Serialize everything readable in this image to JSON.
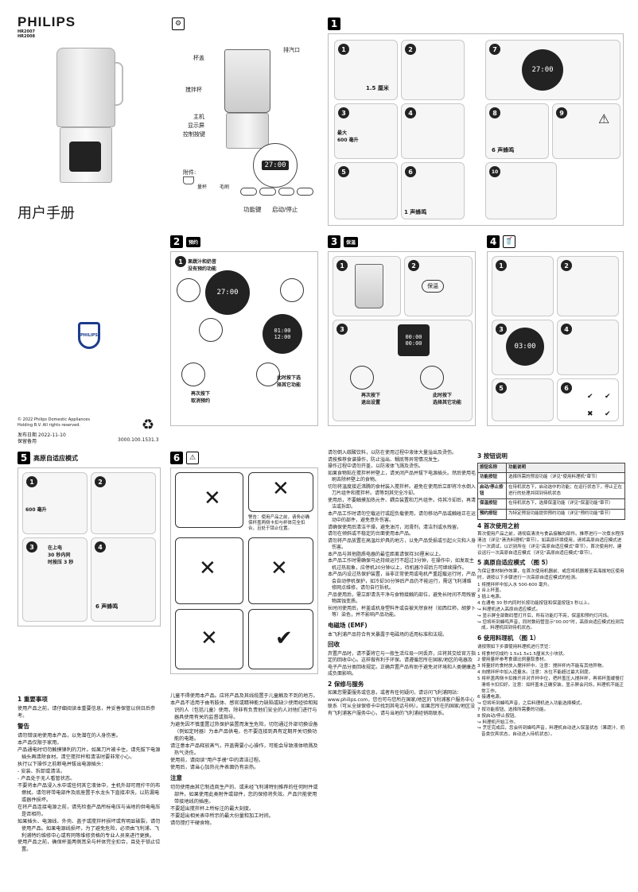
{
  "brand": {
    "logo": "PHILIPS",
    "models": [
      "HR2007",
      "HR2008"
    ]
  },
  "cover": {
    "title": "用户手册",
    "labels": {
      "lid": "杯盖",
      "jar": "搅拌杯",
      "base": "主机",
      "display": "显示屏",
      "control": "控制按键",
      "vent": "排汽口",
      "accessories": "附件:",
      "cup": "量杯",
      "brush": "毛刷",
      "func_key": "功能键",
      "start_key": "启动/停止"
    },
    "copyright": "© 2022 Philips Domestic Appliances Holding B.V. All rights reserved.",
    "release": "发布日期   2022-11-10",
    "spare": "保留备用",
    "code": "3000.100.1531.3"
  },
  "panel_prep": {
    "num": "1",
    "texts": [
      "1.5 厘米",
      "最大\n600 毫升",
      "6 声蜂鸣",
      "1 声蜂鸣"
    ],
    "display_time": "27:00"
  },
  "panel_reserve": {
    "num": "2",
    "title": "预约",
    "note": "果蔬汁和奶昔\n没有预约功能",
    "display": "27:00",
    "times": [
      "01:00",
      "12:00"
    ],
    "cancel": "再次按下\n取消预约",
    "cancel2": "此时按下选\n择其它功能"
  },
  "panel_keepwarm": {
    "num": "3",
    "title": "保温",
    "btn": "保温",
    "times": [
      "00:00",
      "00:00"
    ],
    "cancel": "再次按下\n退出设置",
    "cancel2": "此时按下\n选择其它功能"
  },
  "panel_clean": {
    "num": "4",
    "display": "03:00"
  },
  "panel_auto": {
    "num": "5",
    "title": "高原自适应模式",
    "texts": [
      "600 毫升",
      "在上电\n30 秒内同\n时按压 3 秒",
      "6 声蜂鸣"
    ]
  },
  "panel_warning": {
    "num": "6",
    "note": "警告：使用产品之前，请务必确保杯盖两侧卡扣与杯体完全扣合，且处于锁止位置。"
  },
  "col1": {
    "h1": "1  重要事项",
    "intro": "使用产品之前，请仔细阅读本重要信息，并妥善保管以供日后参考。",
    "warn": "警告",
    "items": [
      "请勿错误地使用本产品，以免潜在的人身伤害。",
      "本产品仅限于家用。",
      "产品通电时切勿触摸锋利的刀片。如果刀片被卡住，请先拔下电源插头再清除食材。清空搅拌杯和清洁时要非常小心。",
      "执行以下操作之前断电并拔出电源插头：",
      "- 安装、拆卸或清洁。",
      "- 产品处于无人看管状态。",
      "不要将本产品浸入水中或任何其它液体中，主机外部可用拧干的布擦拭。请勿将带电部件及底座置于水龙头下直接冲洗，以防漏电或器件损坏。",
      "在将产品连接电源之前，请先检查产品所标电压与当地的供电电压是否相符。",
      "如果插头、电源线、外壳、盖子或搅拌杯损坏或有明显破裂，请勿使用产品。如果电源线损坏，为了避免危险，必须由飞利浦、飞利浦特约维修中心或有同等维修资格的专业人员来进行更换。",
      "使用产品之前，确保杯盖两侧耳朵与杯体完全扣合，且处于锁止位置。"
    ]
  },
  "col2": {
    "items": [
      "儿童不得使用本产品。应将产品及其线缆置于儿童触及不到的地方。",
      "本产品不适用于由有肢体、感官或精神能力缺陷或缺少使用经验和知识的人（包括儿童）使用，除非有负责他们安全的人对他们进行与器具使用有关的监督或指导。",
      "为避免因不慎重置过热保护装置而发生危险，切勿通过外部切换设备（例如定时器）为本产品供电，也不要连接到具有定期开关切换功能的电路。",
      "请注意本产品释放蒸气，开盖需要小心操作，可能会导致液体喷溅及热气烫伤。",
      "使用前，请阅读\"用户手册\"中的清洁过程。",
      "使用后，请当心加热元件表面仍有余热。"
    ],
    "caution": "注意",
    "items2": [
      "切勿使用由其它制造商生产的、或未经飞利浦特别推荐的任何附件或部件。如果使用此类附件或部件，您的保修将失效。产品只能使用带接地线的插座。",
      "不要超出搅拌杯上所标注的最大刻度。",
      "不要超出相关表中所示的最大份量和加工时间。",
      "请勿搅打干硬食物。"
    ]
  },
  "col3": {
    "items": [
      "请勿倒入碳酸饮料，以防在使用过程中液体大量溢出及烫伤。",
      "请按推荐食谱操作，防止溢出、糊底等异常情况发生。",
      "操作过程中请勿开盖，以防液体飞溅及烫伤。",
      "如果食物粘在搅拌杯杯壁上，请关闭产品并拔下电源插头。然后使用毛刷去除杯壁上的食物。",
      "切勿将温度接近沸腾的食材装入搅拌杯。避免在使用后立即将冷水倒入刀片组件和搅拌杯。请等到其完全冷却。",
      "使用后，不要触摸加热元件、耦合装置和刀片组件。待其冷却后，再清洁或拆卸。",
      "本产品工作时请勿空载运行或超负载使用，请勿移动产品或触碰正在运动中的部件，避免意外伤害。",
      "请确保使用后清洁干燥，避免油污，润滑剂，清洁剂或水残留。",
      "请勿在倾斜或不稳定的台面使用本产品。",
      "请勿将产品放置在高温灶炉具的地方，以免产品受损或引起火灾和人身伤害。",
      "本产品与其他脂质电器的最佳距离请保持30厘米以上。",
      "本产品工作时需确保马达持续运行不超过3分钟，在操作中，如发现主机过热现象，应停机20分钟以上，待机器冷却后方可继续操作。",
      "本产品内设过热保护装置，当非正常使用或电机严重超载运行时，产品会自动停机保护，如冷却30分钟后产品仍不能运行，需送飞利浦维修网点维修，请勿自行拆机。",
      "产品使用后，需立即清洗干净与食物接触的部位，避免长时间不用残留物腐蚀变质。",
      "长时间使用后，杯盖或机身塑料件或会被天然食材（如西红柿，胡萝卜等）染色，并不影响产品功能。"
    ],
    "emf_h": "电磁场 (EMF)",
    "emf": "本飞利浦产品符合有关暴露于电磁场的适用标准和法规。",
    "recycle_h": "回收",
    "recycle": "弃置产品时，请不要将它与一般生活垃圾一同丢弃，应将其交给官方指定的回收中心。这样做有利于环保。请遵循您所在国家/地区的电器及电子产品分类回收规定。正确弃置产品有助于避免对环境和人类健康造成负面影响。",
    "service_h": "2  保修与服务",
    "service": "如果您需要服务或信息，或者有任何疑问，请访问飞利浦网站：www.philips.com，您也可与您所在国家/地区的飞利浦客户服务中心联系（可从全球保修卡中找到其电话号码）。如果您所在的国家/地区没有飞利浦客户服务中心，请与当地的飞利浦经销商联系。"
  },
  "col4": {
    "h3": "3  按钮说明",
    "table_head": [
      "按钮名称",
      "功能说明"
    ],
    "table": [
      [
        "功能按钮",
        "选择所需的预设功能（详见\"使用料理机\"章节）"
      ],
      [
        "启动/停止按钮",
        "在待机状态下，启动选中的功能；在运行状态下，停止正在进行的处理并回到待机状态"
      ],
      [
        "保温按钮",
        "在待机状态下，选择保温功能（详见\"保温功能\"章节）"
      ],
      [
        "预约按钮",
        "为特定预设功能提供预约功能（详见\"预约功能\"章节）"
      ]
    ],
    "h4": "4  首次使用之前",
    "p4": "首次使用产品之前，请彻底清洗与食品接触的部件。推荐进行一次煮水程序清洁（详见\"清洗料理机\"章节）。如高原环境使用，请将高原自适应模式进行一次调试，以识别所在（详见\"高原自适应模式\"章节）。首次使用时，建议运行一次高原自适应模式（详见\"高原自适应模式\"章节）。",
    "h5": "5  高原自适应模式 （图 5）",
    "p5": "为保证食材制作效果，在首次使用机器前、或您将机器搬至高海拔地区使用时，请按以下步骤进行一次高原自适应模式的检测。",
    "steps5": [
      "1  将搅拌杯中加入水  500-600 毫升。",
      "2  合上杯盖。",
      "3  插上电源。",
      "4  在通电 30 秒内同时长按功能按钮和保温按钮3 秒以上。",
      "↪ 料理机进入高原自适应模式。",
      "↪ 显示屏全部数码管打开后，所有功能灯不亮，保温和预约灯闪烁。",
      "↪ 您将听到蜂鸣声音，同时数码管显示\"00:00\"时，高原自适应模式检测完成，料理机回到待机状态。"
    ],
    "h6": "6  使用料理机 （图 1）",
    "p6": "请按照如下步骤使用料理机进行烹饪：",
    "steps6": [
      "1  将食材切成约 1.5x1.5x1.5厘米大小块状。",
      "2  便用量杯参考食谱比例量取食材。",
      "3  将量好的食材放入搅拌杯中。注意：搅拌杯内不能有其他异物。",
      "4  向搅拌杯中加入适量水。注意：水位不能超过最大刻度。",
      "5  将杯盖两侧卡扣推开并对齐杯中位，把杯盖压入搅拌杯，再将杯盖缓慢打滑将卡扣扣好。注意：如杯盖未正确安装，显示屏会闪烁，料理机不能正常工作。",
      "6  接通电源。",
      "↪ 您将听到蜂鸣声音，之后料理机进入功能选择模式。",
      "7  按功能按钮，选择所需要的功能。",
      "8  按启动/停止按钮。",
      "↪ 料理机开始工作。",
      "↪ 烹饪完成后，您会听到蜂鸣声音，料理机自动进入保温状态（果蔬汁、奶昔类饮宾状态，自动进入待机状态）。"
    ]
  }
}
